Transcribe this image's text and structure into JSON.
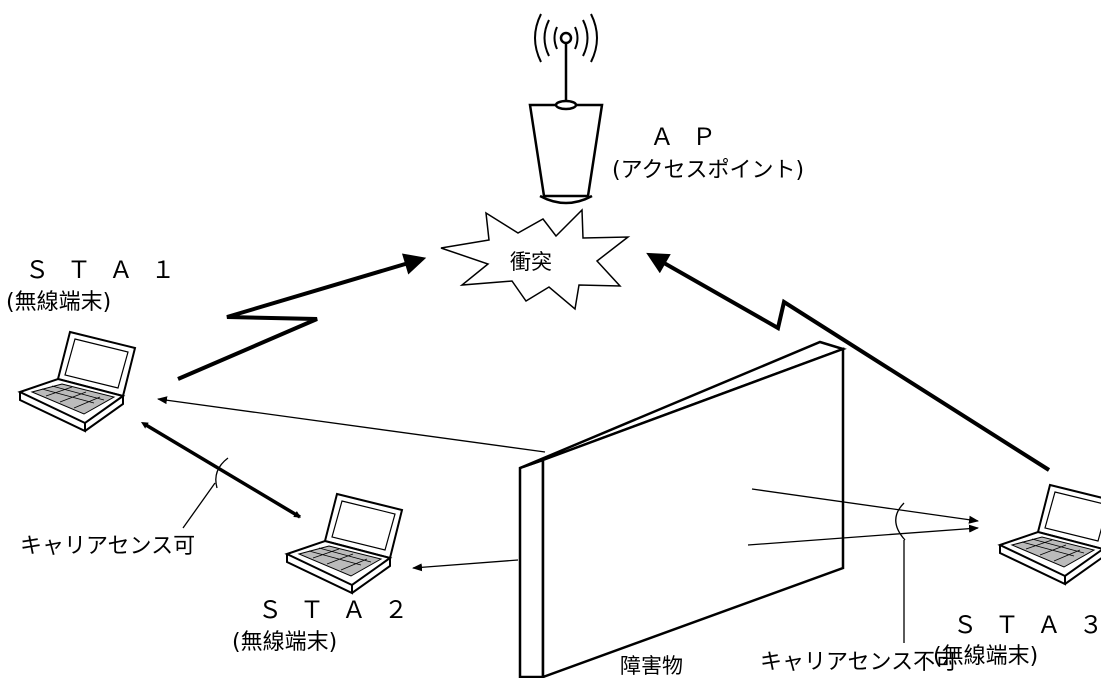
{
  "ap": {
    "name": "ＡＰ",
    "desc": "(アクセスポイント)"
  },
  "collision": "衝突",
  "sta1": {
    "name": "ＳＴＡ１",
    "desc": "(無線端末)"
  },
  "sta2": {
    "name": "ＳＴＡ２",
    "desc": "(無線端末)"
  },
  "sta3": {
    "name": "ＳＴＡ３",
    "desc": "(無線端末)"
  },
  "obstacle": "障害物",
  "carrier_sense_ok": "キャリアセンス可",
  "carrier_sense_ng": "キャリアセンス不可",
  "colors": {
    "ink": "#000000",
    "background": "#ffffff"
  }
}
